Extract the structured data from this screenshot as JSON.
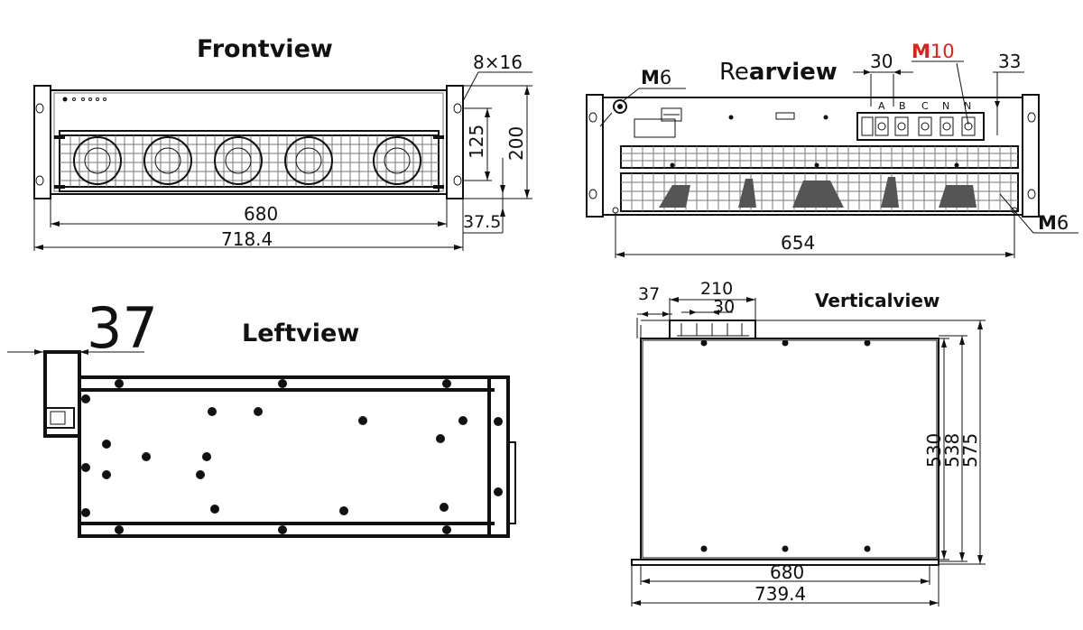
{
  "views": {
    "front": {
      "title": "Frontview",
      "dims": {
        "width_inner": "680",
        "width_outer": "718.4",
        "height": "200",
        "hole_spacing": "125",
        "offset": "37.5",
        "hole": "8×16"
      }
    },
    "rear": {
      "title_prefix": "Re",
      "title_suffix": "arview",
      "dims": {
        "width": "654",
        "terminal_pitch": "30",
        "edge": "33"
      },
      "screw_top": {
        "letter": "M",
        "size": "6"
      },
      "screw_bottom": {
        "letter": "M",
        "size": "6"
      },
      "terminal_screw": {
        "letter": "M",
        "size": "10"
      },
      "terminal_labels": [
        "A",
        "B",
        "C",
        "N",
        "N"
      ]
    },
    "left": {
      "title": "Leftview",
      "dims": {
        "offset": "37"
      }
    },
    "vertical": {
      "title": "Verticalview",
      "dims": {
        "offset": "37",
        "terminal_block": "210",
        "terminal_pitch": "30",
        "d530": "530",
        "d538": "538",
        "d575": "575",
        "width_inner": "680",
        "width_outer": "739.4"
      }
    }
  },
  "colors": {
    "line": "#111111",
    "accent": "#e0201b"
  }
}
